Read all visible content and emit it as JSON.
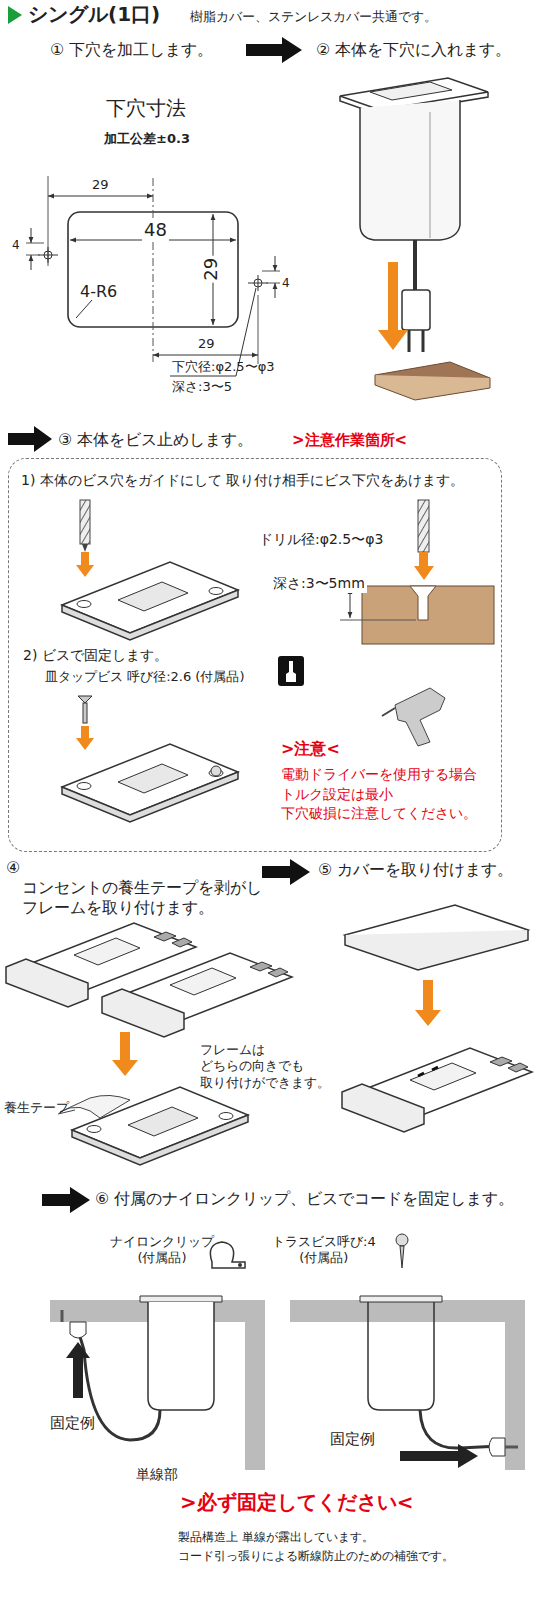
{
  "diagram": {
    "title": "シングル(1口)",
    "nodes": [
      {
        "text": [
          "1) 本体のビス穴をガイドにして 取り付け相手にビス下穴をあけます。",
          "ドリル径:φ2.5〜φ3",
          "深さ:3〜5mm",
          "2) ビスで固定します。",
          "皿タップビス 呼び径:2.6 (付属品)",
          ">注意<",
          "電動ドライバーを使用する場合 トルク設定は最小 下穴破損に注意してください。"
        ]
      }
    ],
    "labels": [
      "樹脂カバー、ステンレスカバー共通です。",
      "① 下穴を加工します。",
      "② 本体を下穴に入れます。",
      "下穴寸法",
      "加工公差±0.3",
      "29",
      "48",
      "29",
      "4-R6",
      "4",
      "4",
      "29",
      "下穴径:φ2.5〜φ3",
      "深さ:3〜5",
      "③ 本体をビス止めします。",
      ">注意作業箇所<",
      "④ コンセントの養生テープを剥がし フレームを取り付けます。",
      "⑤ カバーを取り付けます。",
      "フレームは どちらの向きでも 取り付けができます。",
      "養生テープ",
      "⑥ 付属のナイロンクリップ、ビスでコードを固定します。",
      "ナイロンクリップ (付属品)",
      "トラスビス呼び:4 (付属品)",
      "固定例",
      "単線部",
      "固定例",
      ">必ず固定してください<",
      "製品構造上 単線が露出しています。 コード引っ張りによる断線防止のための補強です。"
    ]
  }
}
